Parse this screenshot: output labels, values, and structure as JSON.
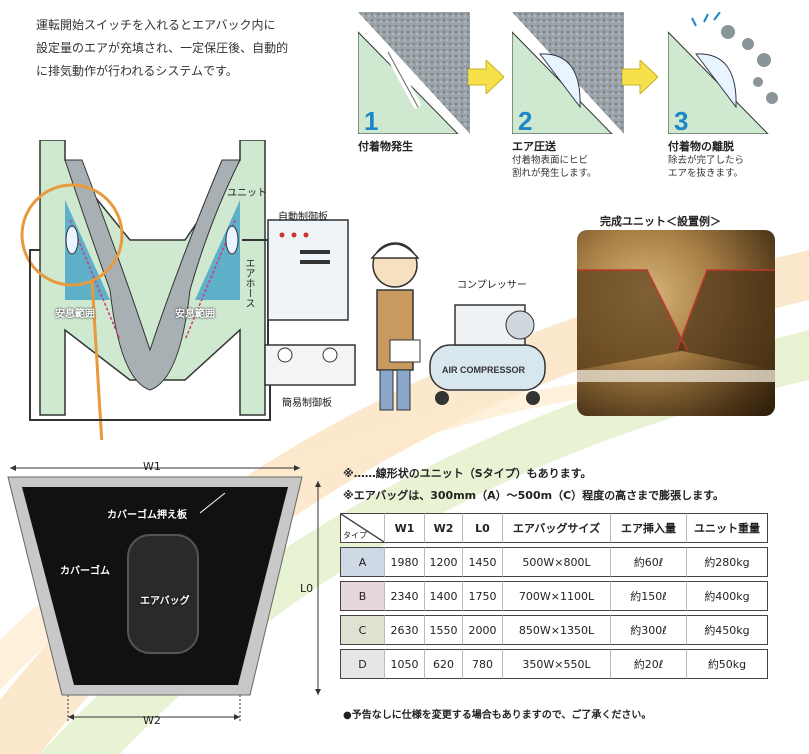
{
  "intro": {
    "lines": [
      "運転開始スイッチを入れるとエアバック内に",
      "設定量のエアが充填され、一定保圧後、自動的",
      "に排気動作が行われるシステムです。"
    ]
  },
  "steps": [
    {
      "number": "1",
      "title": "付着物発生",
      "desc": []
    },
    {
      "number": "2",
      "title": "エア圧送",
      "desc": [
        "付着物表面にヒビ",
        "割れが発生します。"
      ]
    },
    {
      "number": "3",
      "title": "付着物の離脱",
      "desc": [
        "除去が完了したら",
        "エアを抜きます。"
      ]
    }
  ],
  "diagram": {
    "unit_label": "ユニット",
    "auto_panel_label": "自動制御板",
    "air_hose_label": "エアホース",
    "compressor_label": "コンプレッサー",
    "simple_panel_label": "簡易制御板",
    "safe_range_left": "安息範囲",
    "safe_range_right": "安息範囲",
    "compressor_text": "AIR COMPRESSOR"
  },
  "photo": {
    "title": "完成ユニット＜設置例＞"
  },
  "drawing": {
    "w1": "W1",
    "w2": "W2",
    "l0": "L0",
    "cover_plate": "カバーゴム押え板",
    "cover_rubber": "カバーゴム",
    "air_bag": "エアバッグ"
  },
  "notes": [
    "※……線形状のユニット（Sタイプ）もあります。",
    "※エアバッグは、300mm（A）～500m（C）程度の高さまで膨張します。"
  ],
  "table": {
    "type_header": "タイプ",
    "headers": [
      "W1",
      "W2",
      "L0",
      "エアバッグサイズ",
      "エア挿入量",
      "ユニット重量"
    ],
    "rows": [
      {
        "type": "A",
        "cells": [
          "1980",
          "1200",
          "1450",
          "500W×800L",
          "約60ℓ",
          "約280kg"
        ]
      },
      {
        "type": "B",
        "cells": [
          "2340",
          "1400",
          "1750",
          "700W×1100L",
          "約150ℓ",
          "約400kg"
        ]
      },
      {
        "type": "C",
        "cells": [
          "2630",
          "1550",
          "2000",
          "850W×1350L",
          "約300ℓ",
          "約450kg"
        ]
      },
      {
        "type": "D",
        "cells": [
          "1050",
          "620",
          "780",
          "350W×550L",
          "約20ℓ",
          "約50kg"
        ]
      }
    ]
  },
  "footnote": "●予告なしに仕様を変更する場合もありますので、ご了承ください。",
  "colors": {
    "step_blue": "#1d86c8",
    "arrow_yellow": "#f6e14c",
    "panel_green": "#cfe8d0",
    "swoosh_orange": "#f6c887",
    "swoosh_green": "#cfe6a8",
    "rubber_black": "#111111"
  }
}
